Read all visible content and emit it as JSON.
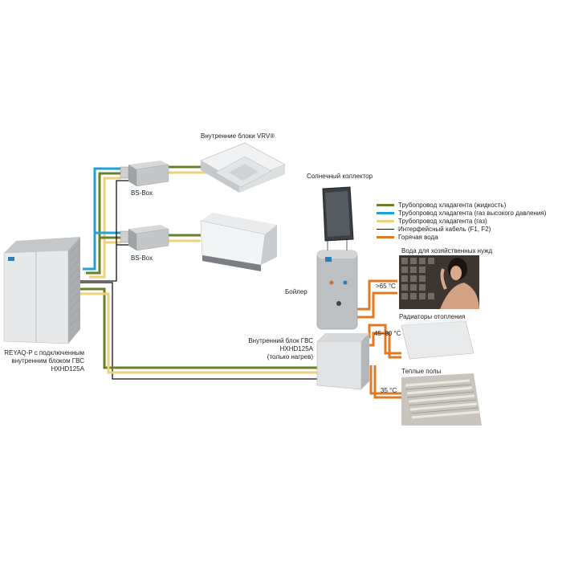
{
  "labels": {
    "vrv_indoor": "Внутренние блоки VRV®",
    "bs_box_1": "BS-Box",
    "bs_box_2": "BS-Box",
    "outdoor_unit": [
      "REYAQ-P с подключенным",
      "внутренним блоком ГВС",
      "HXHD125A"
    ],
    "solar_collector": "Солнечный коллектор",
    "boiler": "Бойлер",
    "dhw_unit": [
      "Внутренний блок ГВС",
      "HXHD125A",
      "(только нагрев)"
    ],
    "domestic_water": "Вода для хозяйственных нужд",
    "radiators": "Радиаторы отопления",
    "floor_heating": "Теплые полы",
    "temp_1": ">65 °C",
    "temp_2": "45–80 °C",
    "temp_3": "35 °C"
  },
  "legend": [
    {
      "label": "Трубопровод хладагента (жидкость)",
      "color": "#6b7f2a"
    },
    {
      "label": "Трубопровод хладагента (газ высокого давления)",
      "color": "#1ea0d8"
    },
    {
      "label": "Трубопровод хладагента (газ)",
      "color": "#ecd27a"
    },
    {
      "label": "Интерфейсный кабель (F1, F2)",
      "color": "#111111"
    },
    {
      "label": "Горячая вода",
      "color": "#e07a22"
    }
  ]
}
